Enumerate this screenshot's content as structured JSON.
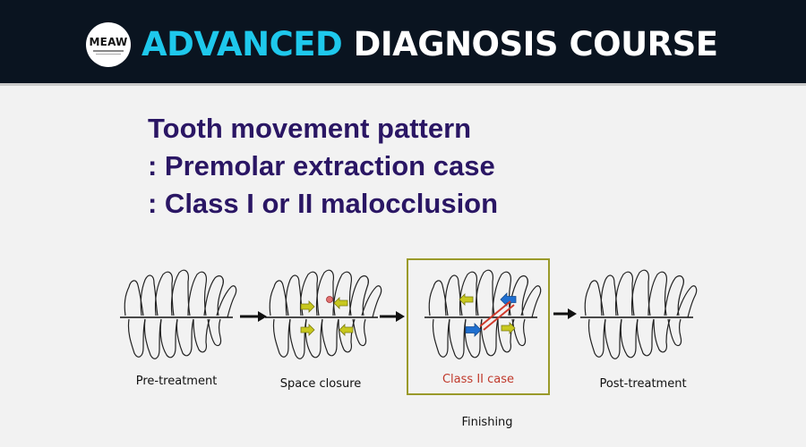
{
  "header": {
    "logo_text": "MEAW",
    "title_accent": "ADVANCED",
    "title_rest": "DIAGNOSIS COURSE",
    "accent_color": "#1ec8ec"
  },
  "slide": {
    "heading_line1": "Tooth movement pattern",
    "heading_line2": " : Premolar extraction case",
    "heading_line3": " : Class I or II malocclusion",
    "heading_color": "#2a1664",
    "stages": [
      {
        "label": "Pre-treatment"
      },
      {
        "label": "Space closure"
      },
      {
        "label": "Class II case"
      },
      {
        "label": "Post-treatment"
      }
    ],
    "finishing_label": "Finishing",
    "icons": [
      "teeth-diagram-icon",
      "arrow-right-icon",
      "movement-arrow-icon"
    ],
    "colors": {
      "yellow_arrow": "#c8c81e",
      "blue_arrow": "#1f6fd0",
      "red_elastic": "#d0392b",
      "box_border": "#9a9a2a"
    }
  }
}
